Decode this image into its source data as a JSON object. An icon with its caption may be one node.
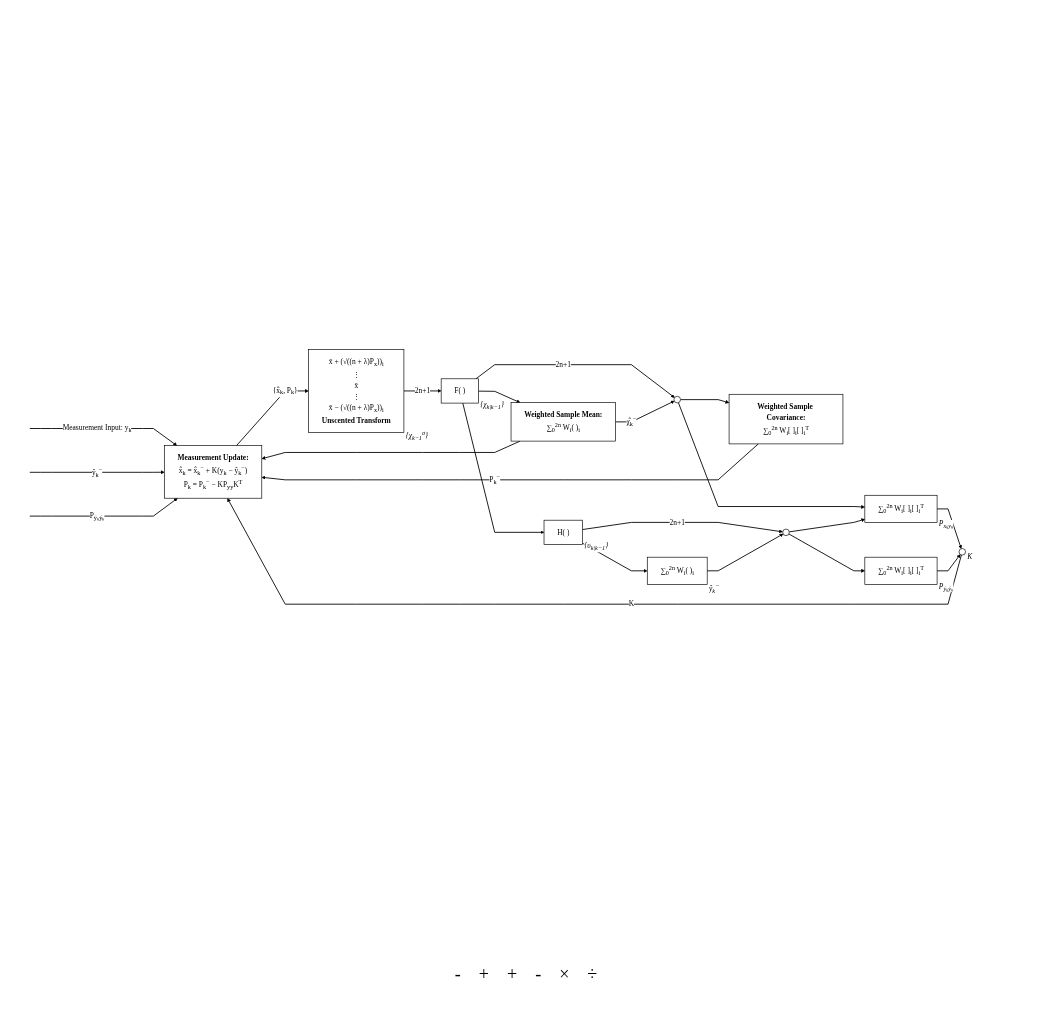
{
  "diagram": {
    "nodes": [
      {
        "text": [
          "Measurement Update:",
          "x̂$_{k}$ = x̂$_{k}$$^{−}$ + K(y$_{k}$ − ŷ$_{k}$$^{−}$)",
          "P$_{k}$ = P$_{k}$$^{−}$ − KP$_{yy}$K$^{T}$"
        ]
      },
      {
        "text": [
          "Weighted Sample Mean:",
          "∑$_{0}$$^{2n}$ W$_{i}$( )$_{i}$"
        ]
      },
      {
        "text": [
          "Weighted Sample Covariance:",
          "∑$_{0}$$^{2n}$ W$_{i}$[ ]$_{i}$[ ]$_{i}$$^{T}$"
        ]
      },
      {
        "text": [
          "x̄ + (√((n + λ)P$_{x}$))$_{i}$",
          "⋮",
          "x̄",
          "⋮",
          "x̄ − (√((n + λ)P$_{x}$))$_{i}$",
          "Unscented Transform"
        ],
        "beside": [
          "{χ$_{k−1}$$^{σ}$}"
        ]
      },
      {
        "text": [
          "F( )"
        ],
        "beside": [
          "{χ$_{k|k−1}$}"
        ]
      },
      {
        "text": [
          "H( )"
        ],
        "beside": [
          "{υ$_{k|k−1}$}"
        ]
      },
      {
        "text": [
          "∑$_{0}$$^{2n}$ W$_{i}$( )$_{i}$"
        ],
        "beside": [
          "ŷ$_{k}$$^{−}$"
        ]
      },
      {
        "text": [],
        "shape": "circle"
      },
      {
        "text": [
          "∑$_{0}$$^{2n}$ W$_{i}$[ ]$_{i}$[ ]$_{i}$$^{T}$"
        ],
        "beside": [
          "P$_{xₖyₖ}$"
        ]
      },
      {
        "text": [],
        "shape": "circle"
      },
      {
        "text": [
          "∑$_{0}$$^{2n}$ W$_{i}$[ ]$_{i}$[ ]$_{i}$$^{T}$"
        ],
        "beside": [
          "P$_{ỹₖỹₖ}$"
        ]
      },
      {
        "text": [],
        "shape": "circle",
        "beside": [
          "K"
        ]
      }
    ],
    "edges": [
      {
        "from": null,
        "to": 0,
        "arrow": "to",
        "label": "Measurement Input: y$_{k}$"
      },
      {
        "from": 0,
        "to": 3,
        "arrow": "to",
        "label": "{x̂$_{k}$, P$_{k}$}"
      },
      {
        "from": 3,
        "to": 4,
        "arrow": "to",
        "label": "2n+1"
      },
      {
        "from": 4,
        "to": 1,
        "arrow": "to"
      },
      {
        "from": 4,
        "to": 5,
        "arrow": "to"
      },
      {
        "from": 4,
        "to": 7,
        "arrow": "to",
        "label": "2n+1"
      },
      {
        "from": 1,
        "to": 7,
        "arrow": "to",
        "label": "χ̂$_{k}$$^{−}$"
      },
      {
        "from": 1,
        "to": 0,
        "arrow": "to"
      },
      {
        "from": null,
        "to": 0,
        "arrow": "to",
        "label": "ŷ$_{k}$$^{−}$"
      },
      {
        "from": null,
        "to": 0,
        "arrow": "to",
        "label": "P$_{ỹₖỹₖ}$"
      },
      {
        "from": 2,
        "to": 0,
        "arrow": "to",
        "label": "P$_{k}$$^{−}$"
      },
      {
        "from": 7,
        "to": 2,
        "arrow": "to"
      },
      {
        "from": 7,
        "to": 8,
        "arrow": "to"
      },
      {
        "from": 5,
        "to": 6,
        "arrow": "to"
      },
      {
        "from": 5,
        "to": 9,
        "arrow": "to",
        "label": "2n+1"
      },
      {
        "from": 6,
        "to": 9,
        "arrow": "to"
      },
      {
        "from": 9,
        "to": 8,
        "arrow": "to"
      },
      {
        "from": 9,
        "to": 10,
        "arrow": "to"
      },
      {
        "from": 8,
        "to": 11,
        "arrow": "to"
      },
      {
        "from": 10,
        "to": 11,
        "arrow": "to"
      },
      {
        "from": 11,
        "to": 0,
        "arrow": "to",
        "label": "K"
      }
    ],
    "labels": [
      "-",
      "+",
      "+",
      "-",
      "×",
      "÷"
    ]
  }
}
